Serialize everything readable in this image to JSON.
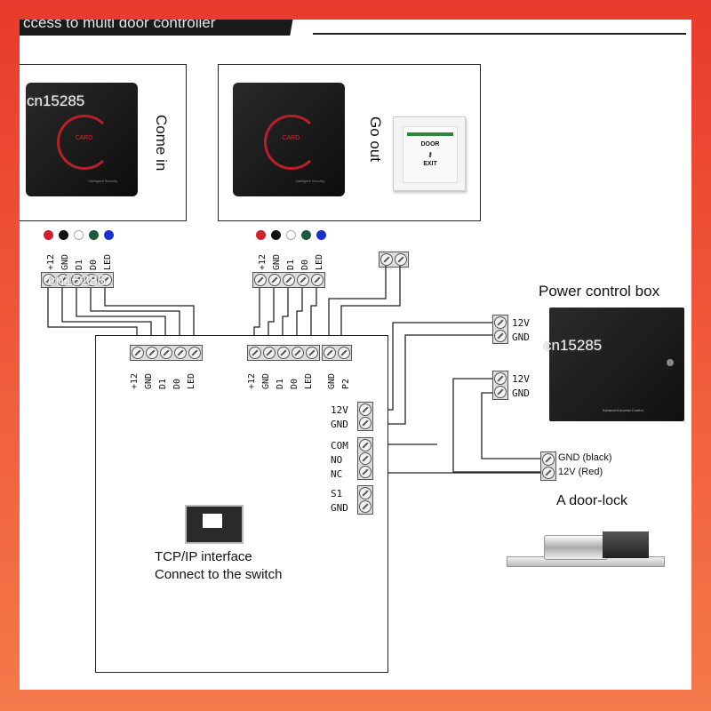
{
  "header": {
    "title": "ccess to multi door controller"
  },
  "watermark": "cn15285",
  "readers": [
    {
      "label": "Come in",
      "card_text": "CARD",
      "small_text": "Intelligent Security",
      "pins": [
        "+12",
        "GND",
        "D1",
        "D0",
        "LED"
      ]
    },
    {
      "label": "Go out",
      "card_text": "CARD",
      "small_text": "Intelligent Security",
      "pins": [
        "+12",
        "GND",
        "D1",
        "D0",
        "LED"
      ]
    }
  ],
  "exit_button": {
    "line1": "DOOR",
    "line2": "EXIT",
    "key_icon": "key-icon"
  },
  "wire_colors": [
    "#d0202a",
    "#111111",
    "#ffffff",
    "#1f5a3a",
    "#1a2fd0"
  ],
  "controller": {
    "reader1_pins": [
      "+12",
      "GND",
      "D1",
      "D0",
      "LED"
    ],
    "reader2_pins": [
      "+12",
      "GND",
      "D1",
      "D0",
      "LED"
    ],
    "exit_pins": [
      "GND",
      "P2"
    ],
    "power_pins": [
      "12V",
      "GND"
    ],
    "relay_pins": [
      "COM",
      "NO",
      "NC"
    ],
    "sensor_pins": [
      "S1",
      "GND"
    ],
    "tcp_line1": "TCP/IP interface",
    "tcp_line2": "Connect to the switch"
  },
  "power_box": {
    "title": "Power control box",
    "out1": [
      "12V",
      "GND"
    ],
    "out2": [
      "12V",
      "GND"
    ],
    "brand": "Advanced Access Control"
  },
  "door_lock": {
    "title": "A door-lock",
    "wire1": "GND (black)",
    "wire2": "12V (Red)"
  }
}
